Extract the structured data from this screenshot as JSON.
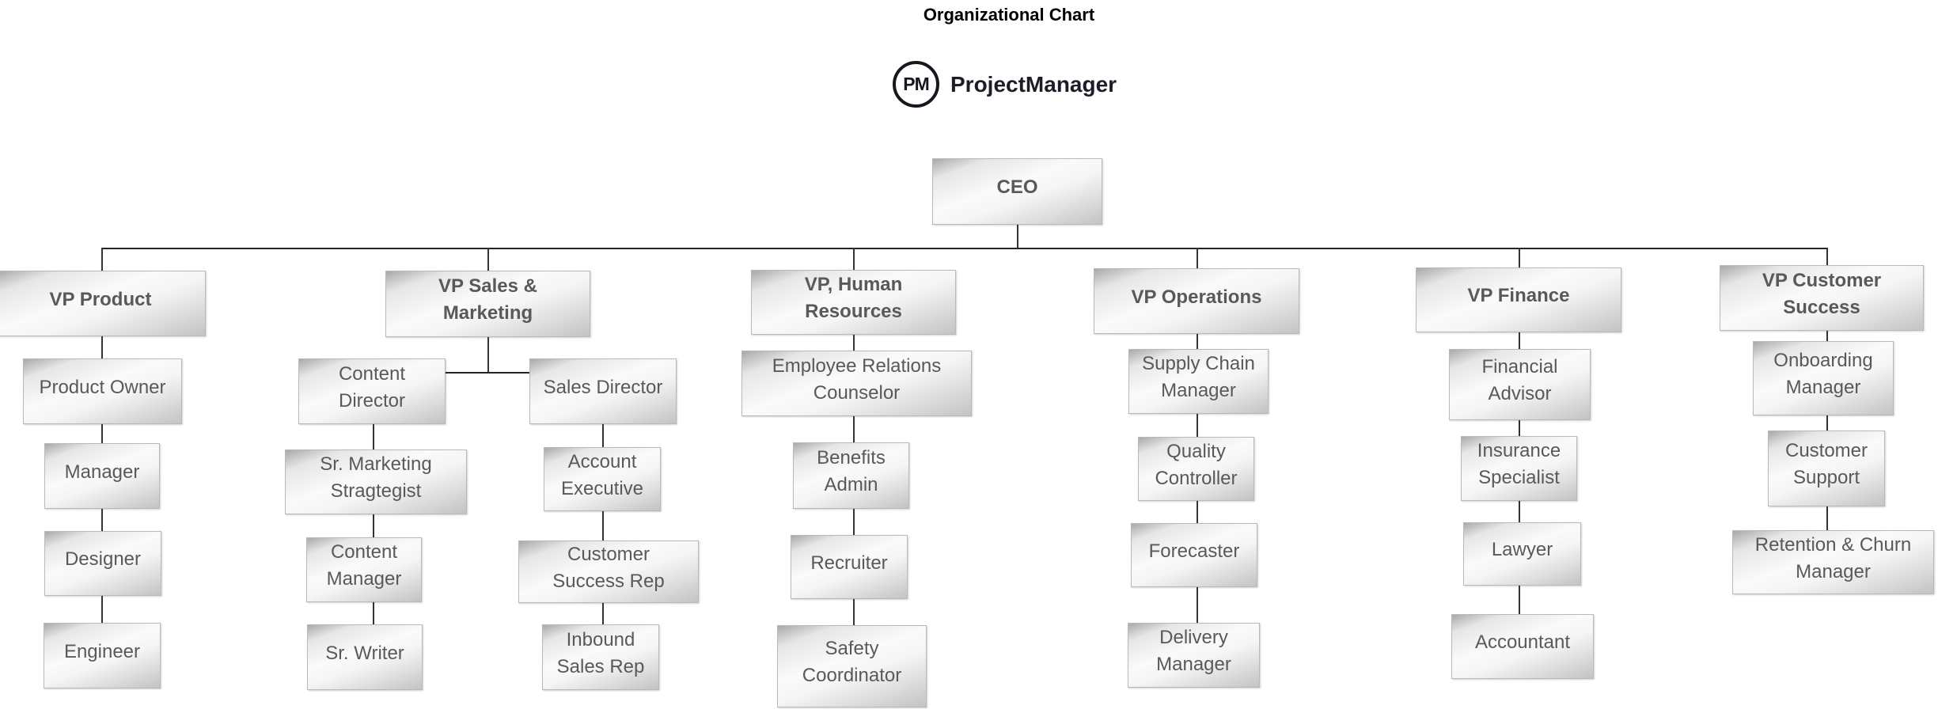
{
  "title": "Organizational Chart",
  "logo": {
    "badge": "PM",
    "brand": "ProjectManager"
  },
  "colors": {
    "box_text": "#595959",
    "box_border": "#b9b9b9",
    "box_gradient_dark": "#a9a9a9",
    "box_gradient_light": "#fafafa",
    "connector": "#333333",
    "title_text": "#000000",
    "brand_text": "#1b1d27"
  },
  "org": {
    "ceo": {
      "label": "CEO"
    },
    "branches": [
      {
        "vp": "VP Product",
        "reports": [
          "Product Owner",
          "Manager",
          "Designer",
          "Engineer"
        ]
      },
      {
        "vp": "VP Sales &\nMarketing",
        "sub_branches": [
          {
            "lead": "Content\nDirector",
            "reports": [
              "Sr. Marketing\nStragtegist",
              "Content\nManager",
              "Sr. Writer"
            ]
          },
          {
            "lead": "Sales Director",
            "reports": [
              "Account\nExecutive",
              "Customer\nSuccess Rep",
              "Inbound\nSales Rep"
            ]
          }
        ]
      },
      {
        "vp": "VP, Human\nResources",
        "reports": [
          "Employee Relations\nCounselor",
          "Benefits\nAdmin",
          "Recruiter",
          "Safety\nCoordinator"
        ]
      },
      {
        "vp": "VP Operations",
        "reports": [
          "Supply Chain\nManager",
          "Quality\nController",
          "Forecaster",
          "Delivery\nManager"
        ]
      },
      {
        "vp": "VP Finance",
        "reports": [
          "Financial\nAdvisor",
          "Insurance\nSpecialist",
          "Lawyer",
          "Accountant"
        ]
      },
      {
        "vp": "VP Customer\nSuccess",
        "reports": [
          "Onboarding\nManager",
          "Customer\nSupport",
          "Retention & Churn\nManager"
        ]
      }
    ]
  }
}
